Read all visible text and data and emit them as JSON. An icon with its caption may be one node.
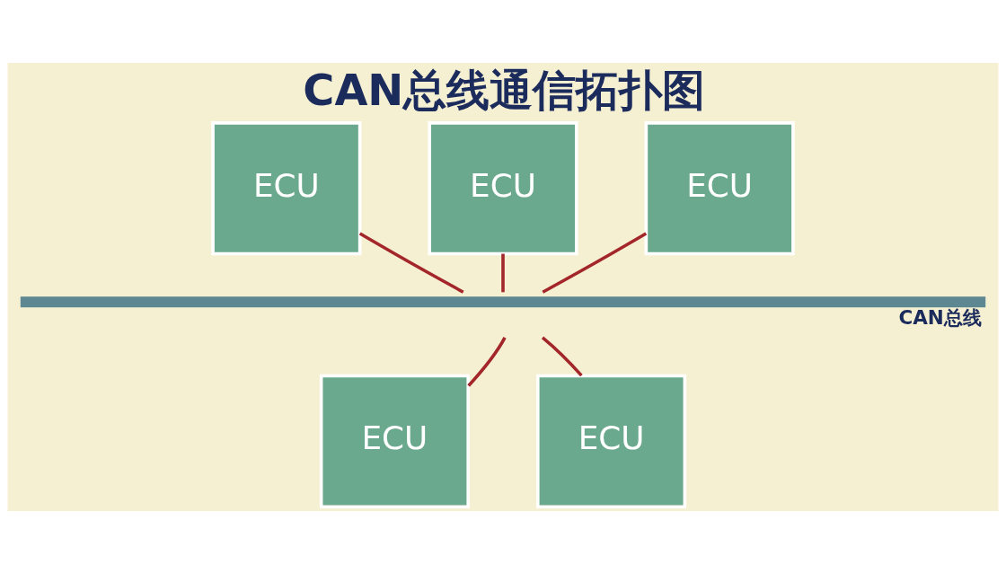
{
  "diagram": {
    "title": "CAN总线通信拓扑图",
    "nodes": [
      {
        "text": [
          "ECU"
        ]
      },
      {
        "text": [
          "ECU"
        ]
      },
      {
        "text": [
          "ECU"
        ]
      },
      {
        "text": [
          "CAN总线"
        ]
      },
      {
        "text": [
          "ECU"
        ]
      },
      {
        "text": [
          "ECU"
        ]
      }
    ],
    "edges": [
      {
        "from": 0,
        "to": 3,
        "arrow": "none"
      },
      {
        "from": 1,
        "to": 3,
        "arrow": "none"
      },
      {
        "from": 2,
        "to": 3,
        "arrow": "none"
      },
      {
        "from": 4,
        "to": 3,
        "arrow": "none"
      },
      {
        "from": 5,
        "to": 3,
        "arrow": "none"
      }
    ]
  }
}
